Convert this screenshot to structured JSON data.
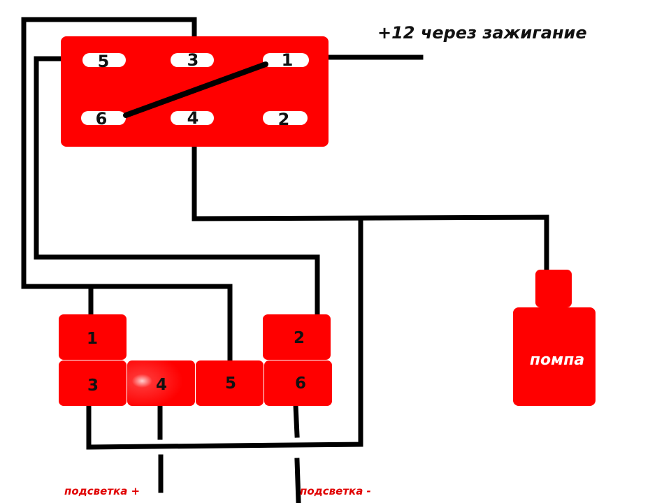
{
  "supply_label": "+12 через зажигание",
  "pump_label": "помпа",
  "backlight_plus_label": "подсветка +",
  "backlight_minus_label": "подсветка -",
  "switch": {
    "pins": [
      {
        "id": "5",
        "label": "5"
      },
      {
        "id": "3",
        "label": "3"
      },
      {
        "id": "1",
        "label": "1"
      },
      {
        "id": "6",
        "label": "6"
      },
      {
        "id": "4",
        "label": "4"
      },
      {
        "id": "2",
        "label": "2"
      }
    ]
  },
  "connector": {
    "pins": [
      {
        "id": "1",
        "label": "1"
      },
      {
        "id": "2",
        "label": "2"
      },
      {
        "id": "3",
        "label": "3"
      },
      {
        "id": "4",
        "label": "4"
      },
      {
        "id": "5",
        "label": "5"
      },
      {
        "id": "6",
        "label": "6"
      }
    ]
  },
  "colors": {
    "component_red": "#ff0000",
    "wire": "#000000",
    "label_red": "#e00000"
  }
}
